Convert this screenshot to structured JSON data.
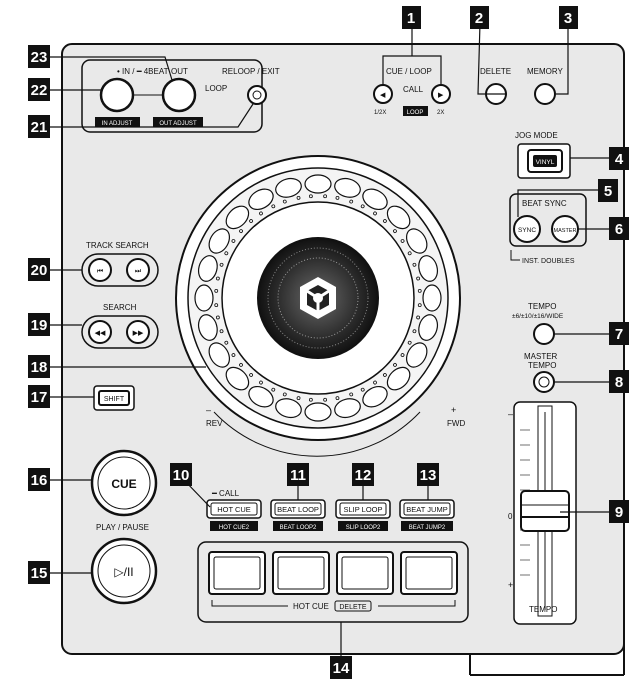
{
  "callouts": [
    "1",
    "2",
    "3",
    "4",
    "5",
    "6",
    "7",
    "8",
    "9",
    "10",
    "11",
    "12",
    "13",
    "14",
    "15",
    "16",
    "17",
    "18",
    "19",
    "20",
    "21",
    "22",
    "23"
  ],
  "labels": {
    "in_4beat": "• IN / ━ 4BEAT",
    "out": "OUT",
    "loop": "LOOP",
    "reloop_exit": "RELOOP / EXIT",
    "in_adjust": "IN ADJUST",
    "out_adjust": "OUT ADJUST",
    "cue_loop": "CUE / LOOP",
    "call": "CALL",
    "half": "1/2X",
    "loop_badge": "LOOP",
    "double": "2X",
    "delete": "DELETE",
    "memory": "MEMORY",
    "jog_mode": "JOG MODE",
    "vinyl": "VINYL",
    "beat_sync": "BEAT SYNC",
    "sync": "SYNC",
    "master": "MASTER",
    "inst_doubles": "INST. DOUBLES",
    "tempo_range_title": "TEMPO",
    "tempo_ranges": "±6/±10/±16/WIDE",
    "master_tempo_1": "MASTER",
    "master_tempo_2": "TEMPO",
    "track_search": "TRACK SEARCH",
    "search": "SEARCH",
    "shift": "SHIFT",
    "rev_sign": "–",
    "rev": "REV",
    "fwd_sign": "+",
    "fwd": "FWD",
    "call_minus": "━ CALL",
    "cue": "CUE",
    "play_pause": "PLAY / PAUSE",
    "hot_cue": "HOT CUE",
    "hot_cue2": "HOT CUE2",
    "beat_loop": "BEAT LOOP",
    "beat_loop2": "BEAT LOOP2",
    "slip_loop": "SLIP LOOP",
    "slip_loop2": "SLIP LOOP2",
    "beat_jump": "BEAT JUMP",
    "beat_jump2": "BEAT JUMP2",
    "pad_hot_cue": "HOT CUE",
    "pad_delete": "DELETE",
    "slider_minus": "–",
    "slider_zero": "0",
    "slider_plus": "+",
    "tempo_slider": "TEMPO"
  },
  "colors": {
    "ink": "#111111",
    "panel": "#e9e9e9",
    "white": "#ffffff"
  }
}
